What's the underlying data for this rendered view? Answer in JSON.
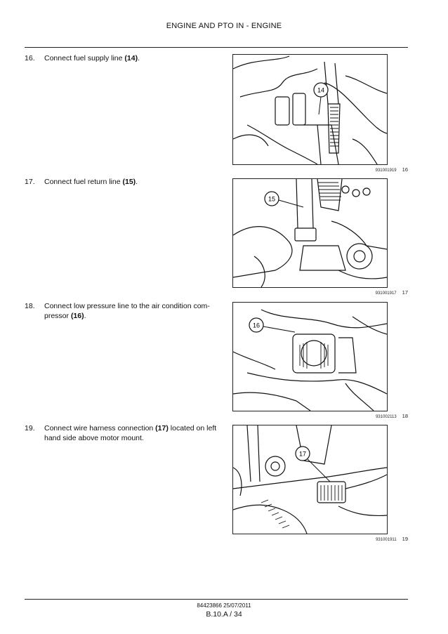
{
  "header": {
    "title": "ENGINE AND PTO IN - ENGINE"
  },
  "steps": [
    {
      "num": "16.",
      "pre": "Connect fuel supply line ",
      "ref": "(14)",
      "post": ".",
      "callout": "14",
      "image_code": "931001919",
      "fig_num": "16"
    },
    {
      "num": "17.",
      "pre": "Connect fuel return line ",
      "ref": "(15)",
      "post": ".",
      "callout": "15",
      "image_code": "931001917",
      "fig_num": "17"
    },
    {
      "num": "18.",
      "pre": "Connect low pressure line to the air condition com-pressor ",
      "ref": "(16)",
      "post": ".",
      "callout": "16",
      "image_code": "931002113",
      "fig_num": "18"
    },
    {
      "num": "19.",
      "pre": "Connect wire harness connection ",
      "ref": "(17)",
      "post": " located on left hand side above motor mount.",
      "callout": "17",
      "image_code": "931001911",
      "fig_num": "19"
    }
  ],
  "footer": {
    "doc_code": "84423866 25/07/2011",
    "page": "B.10.A / 34"
  }
}
